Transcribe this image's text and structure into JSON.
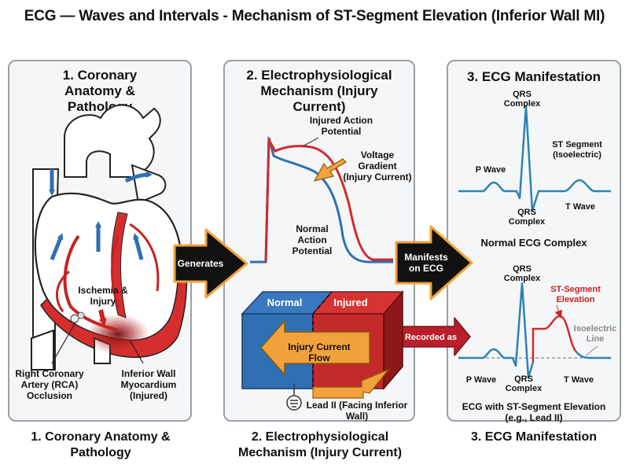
{
  "title": "ECG — Waves and Intervals - Mechanism of ST-Segment Elevation (Inferior Wall MI)",
  "panels": {
    "anatomy": {
      "title": "1. Coronary Anatomy & Pathology",
      "caption": "1. Coronary Anatomy & Pathology",
      "ischemia_label": "Ischemia & Injury",
      "rca_label": "Right Coronary Artery (RCA) Occlusion",
      "inferior_label": "Inferior Wall Myocardium (Injured)"
    },
    "mechanism": {
      "title": "2. Electrophysiological Mechanism (Injury Current)",
      "caption": "2. Electrophysiological Mechanism (Injury Current)",
      "injured_ap_label": "Injured Action Potential",
      "normal_ap_label": "Normal Action Potential",
      "gradient_label": "Voltage Gradient (Injury Current)",
      "normal_label": "Normal",
      "injured_label": "Injured",
      "current_flow_label": "Injury Current Flow",
      "lead_label": "Lead II (Facing Inferior Wall)"
    },
    "ecg": {
      "title": "3. ECG Manifestation",
      "caption": "3. ECG Manifestation",
      "qrs_top": "QRS Complex",
      "st_segment_label": "ST Segment (Isoelectric)",
      "p_wave_label": "P Wave",
      "qrs_bottom": "QRS Complex",
      "t_wave_label": "T Wave",
      "normal_caption": "Normal ECG Complex",
      "qrs_top2": "QRS Complex",
      "st_elev_label": "ST-Segment Elevation",
      "isoelectric_label": "Isoelectric Line",
      "p_wave2_label": "P Wave",
      "qrs_bottom2": "QRS Complex",
      "t_wave2_label": "T Wave",
      "st_caption": "ECG with ST-Segment Elevation (e.g., Lead II)"
    }
  },
  "arrows": {
    "generates": "Generates",
    "manifests": "Manifests on ECG",
    "recorded_as": "Recorded as"
  },
  "colors": {
    "blue": "#2f6fb3",
    "red": "#cf2a2a",
    "orange": "#f2a23a",
    "ecg_blue": "#2f82b5",
    "panel_border": "#9aa0a6"
  }
}
